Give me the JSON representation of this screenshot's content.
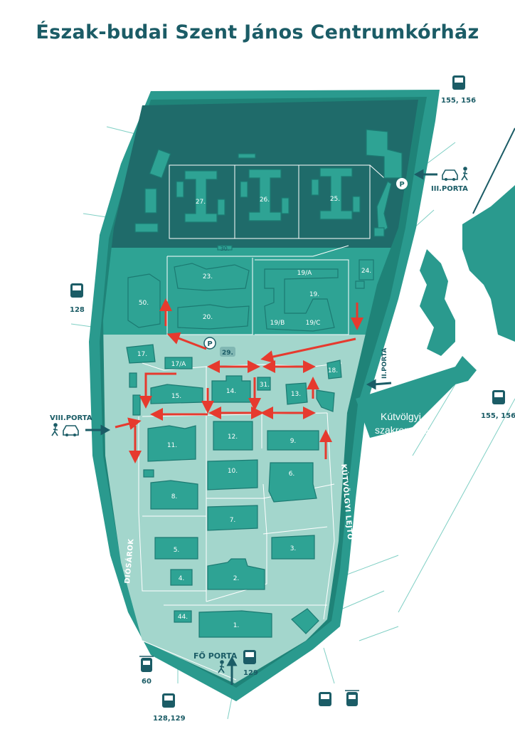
{
  "title": "Észak-budai Szent János Centrumkórház",
  "colors": {
    "outer_ring": "#2a9a8e",
    "campus_top": "#1f6b6a",
    "campus_mid": "#2ea394",
    "campus_low": "#a3d6cc",
    "building": "#2ea394",
    "arrow": "#e63a2e",
    "text": "#1b5c66"
  },
  "gates": {
    "iii": "III.PORTA",
    "ii": "II.PORTA",
    "viii": "VIII.PORTA",
    "fo": "FŐ PORTA"
  },
  "streets": {
    "diosarok": "DIÓSÁROK",
    "kutvolgyi": "KÚTVÖLGYI LEJTŐ"
  },
  "external_building": {
    "line1": "Kútvölgyi",
    "line2": "szakrendelő"
  },
  "transit": {
    "bus_top_right": "155, 156",
    "bus_right": "155, 156",
    "bus_left": "128",
    "bus_fo_porta": "129",
    "tram_left": "60",
    "bus_bottom_left": "128,129"
  },
  "parking_label": "P",
  "buildings": {
    "b1": "1.",
    "b2": "2.",
    "b3": "3.",
    "b4": "4.",
    "b5": "5.",
    "b6": "6.",
    "b7": "7.",
    "b8": "8.",
    "b9": "9.",
    "b10": "10.",
    "b11": "11.",
    "b12": "12.",
    "b13": "13.",
    "b14": "14.",
    "b15": "15.",
    "b17": "17.",
    "b17a": "17/A",
    "b18": "18.",
    "b19": "19.",
    "b19a": "19/A",
    "b19b": "19/B",
    "b19c": "19/C",
    "b20": "20.",
    "b23": "23.",
    "b24": "24.",
    "b25": "25.",
    "b26": "26.",
    "b27": "27.",
    "b29": "29.",
    "b30": "30.",
    "b31": "31.",
    "b44": "44.",
    "b50": "50."
  }
}
